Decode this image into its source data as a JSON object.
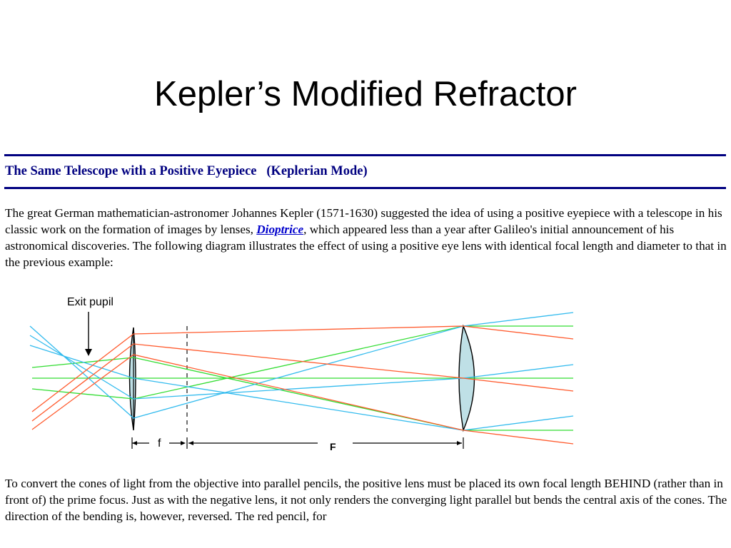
{
  "slide": {
    "title": "Kepler’s Modified Refractor"
  },
  "section": {
    "heading": "The Same Telescope with a Positive Eyepiece   (Keplerian Mode)"
  },
  "intro": {
    "before_link": "The great German mathematician-astronomer Johannes Kepler (1571-1630) suggested the idea of using a positive eyepiece with a telescope in his classic work on the formation of images by lenses, ",
    "link_text": "Dioptrice",
    "after_link": ", which appeared less than a year after Galileo's initial announcement of his astronomical discoveries. The following diagram illustrates the effect of using a positive eye lens with identical focal length and diameter to that in the previous example:"
  },
  "diagram": {
    "exit_pupil_label": "Exit pupil",
    "focal_f_label": "f",
    "focal_F_label": "F",
    "colors": {
      "red": "#ff5a2d",
      "green": "#33dd33",
      "blue": "#33bbee",
      "lens_fill": "#bfe0e6",
      "focal_line": "#333333"
    }
  },
  "outro": {
    "text": "To convert the cones of light from the objective into parallel pencils, the positive lens must be placed its own focal length BEHIND (rather than in front of) the prime focus. Just as with the negative lens, it not only renders the converging light parallel but bends the central axis of the cones. The direction of the bending is, however, reversed. The red pencil, for"
  }
}
